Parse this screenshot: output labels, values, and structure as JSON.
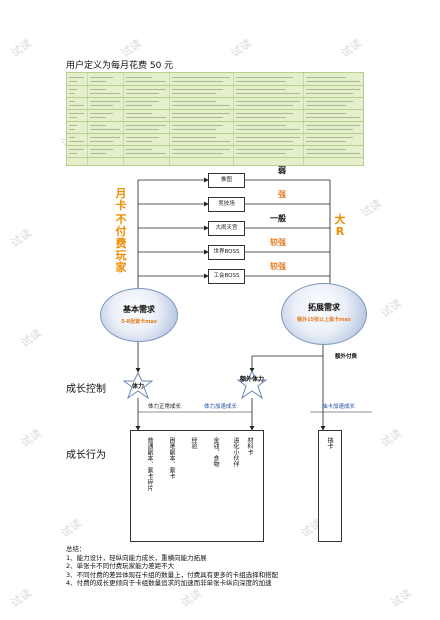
{
  "title": "用户定义为每月花费 50 元",
  "left_label_top": "月卡",
  "left_label_bottom": "不付费玩家",
  "right_label": "大R",
  "modes": [
    {
      "name": "推图",
      "level": "弱"
    },
    {
      "name": "竞技场",
      "level": "强"
    },
    {
      "name": "大闹天宫",
      "level": "一般"
    },
    {
      "name": "世界BOSS",
      "level": "较强"
    },
    {
      "name": "工会BOSS",
      "level": "较强"
    }
  ],
  "basic_need": {
    "title": "基本需求",
    "subtitle": "5-8张紫卡max"
  },
  "ext_need": {
    "title": "拓展需求",
    "subtitle": "额外15张以上紫卡max"
  },
  "extra_pay": "额外付费",
  "growth_control": "成长控制",
  "growth_behavior": "成长行为",
  "star_left": "体力",
  "star_right": "额外体力",
  "speed_normal": "体力正常成长",
  "speed_fast": "体力加速成长",
  "draw_speed": "抽卡加速成长",
  "behaviors_left": [
    "普通副本、紫卡碎片",
    "困难副本、紫卡",
    "经验",
    "金钱、食物"
  ],
  "behaviors_mid": [
    "进化小伙伴",
    "材料卡"
  ],
  "behavior_right": "抽卡",
  "summary": {
    "heading": "总结：",
    "lines": [
      "1、能力设计，轻纵向能力成长，重横向能力拓展",
      "2、单张卡不同付费玩家能力差距不大",
      "3、不同付费的差异体现在卡组的数量上，付费具有更多的卡组选择和搭配",
      "4、付费的成长更倾向于卡组数量追求的加速而非单张卡纵向深度的加速"
    ]
  },
  "watermark": "试读",
  "colors": {
    "accent": "#e67e22",
    "orange": "#f08c00",
    "blue": "#1f4ea3",
    "table_bg": "#e4f0cc"
  }
}
